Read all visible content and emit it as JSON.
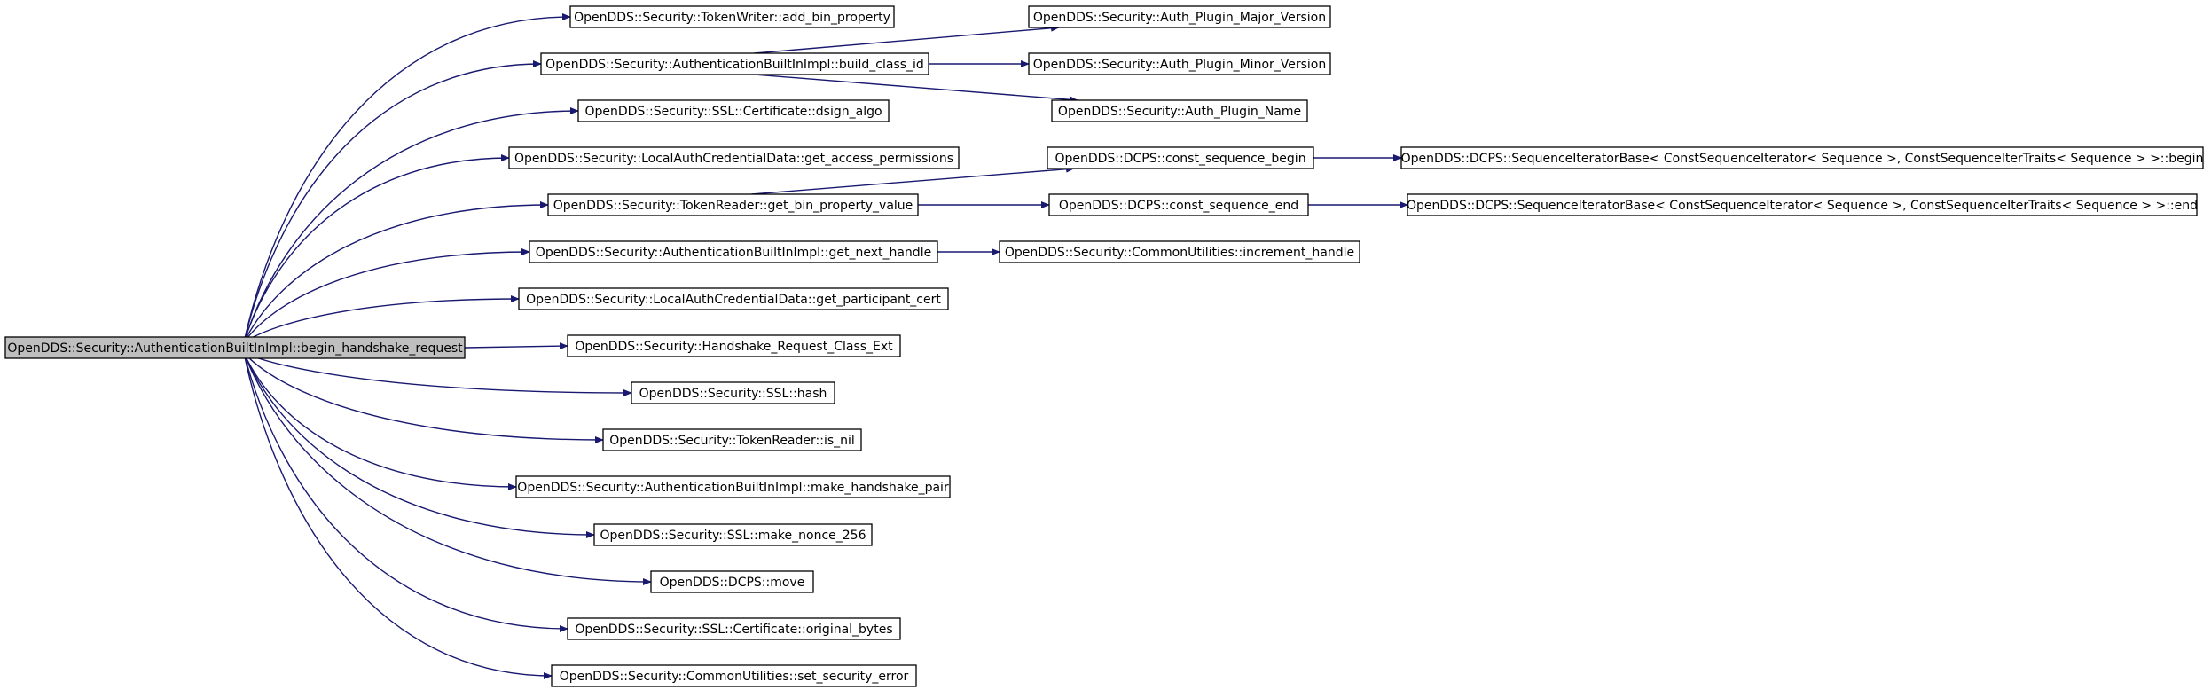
{
  "graph": {
    "root": "OpenDDS::Security::AuthenticationBuiltInImpl::begin_handshake_request",
    "nodes": [
      "OpenDDS::Security::TokenWriter::add_bin_property",
      "OpenDDS::Security::AuthenticationBuiltInImpl::build_class_id",
      "OpenDDS::Security::SSL::Certificate::dsign_algo",
      "OpenDDS::Security::LocalAuthCredentialData::get_access_permissions",
      "OpenDDS::Security::TokenReader::get_bin_property_value",
      "OpenDDS::Security::AuthenticationBuiltInImpl::get_next_handle",
      "OpenDDS::Security::LocalAuthCredentialData::get_participant_cert",
      "OpenDDS::Security::Handshake_Request_Class_Ext",
      "OpenDDS::Security::SSL::hash",
      "OpenDDS::Security::TokenReader::is_nil",
      "OpenDDS::Security::AuthenticationBuiltInImpl::make_handshake_pair",
      "OpenDDS::Security::SSL::make_nonce_256",
      "OpenDDS::DCPS::move",
      "OpenDDS::Security::SSL::Certificate::original_bytes",
      "OpenDDS::Security::CommonUtilities::set_security_error",
      "OpenDDS::Security::Auth_Plugin_Major_Version",
      "OpenDDS::Security::Auth_Plugin_Minor_Version",
      "OpenDDS::Security::Auth_Plugin_Name",
      "OpenDDS::DCPS::const_sequence_begin",
      "OpenDDS::DCPS::const_sequence_end",
      "OpenDDS::Security::CommonUtilities::increment_handle",
      "OpenDDS::DCPS::SequenceIteratorBase< ConstSequenceIterator< Sequence >, ConstSequenceIterTraits< Sequence > >::begin",
      "OpenDDS::DCPS::SequenceIteratorBase< ConstSequenceIterator< Sequence >, ConstSequenceIterTraits< Sequence > >::end"
    ],
    "edges": [
      [
        "root",
        0
      ],
      [
        "root",
        1
      ],
      [
        "root",
        2
      ],
      [
        "root",
        3
      ],
      [
        "root",
        4
      ],
      [
        "root",
        5
      ],
      [
        "root",
        6
      ],
      [
        "root",
        7
      ],
      [
        "root",
        8
      ],
      [
        "root",
        9
      ],
      [
        "root",
        10
      ],
      [
        "root",
        11
      ],
      [
        "root",
        12
      ],
      [
        "root",
        13
      ],
      [
        "root",
        14
      ],
      [
        1,
        15
      ],
      [
        1,
        16
      ],
      [
        1,
        17
      ],
      [
        4,
        18
      ],
      [
        4,
        19
      ],
      [
        5,
        20
      ],
      [
        18,
        21
      ],
      [
        19,
        22
      ]
    ]
  }
}
